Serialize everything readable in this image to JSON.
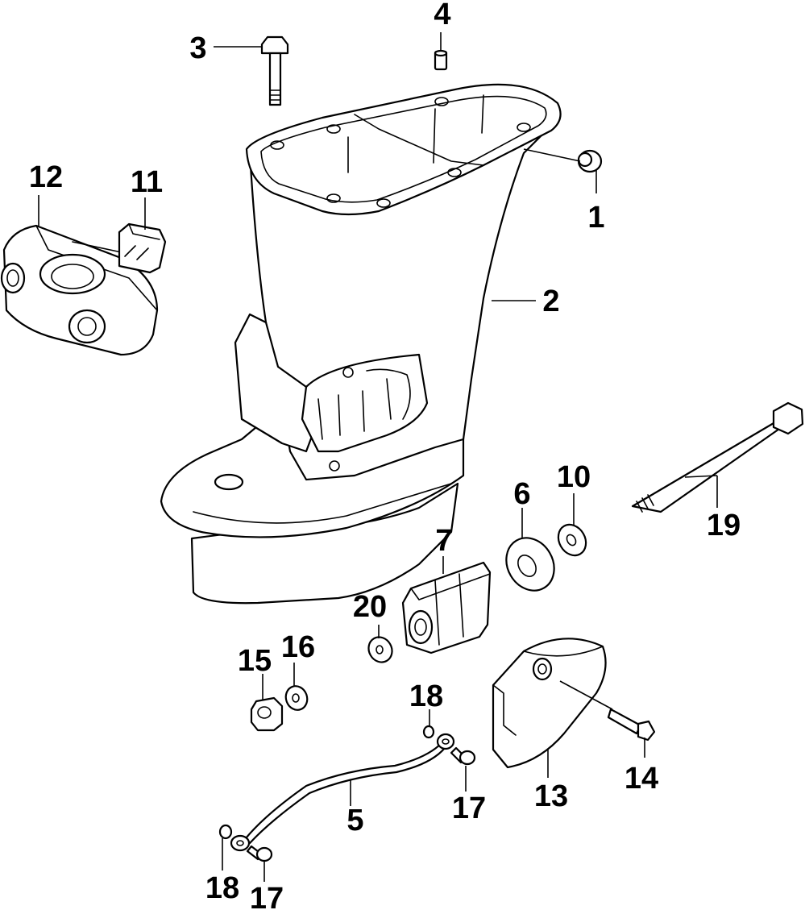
{
  "callouts": [
    {
      "id": "c1",
      "label": "1"
    },
    {
      "id": "c2",
      "label": "2"
    },
    {
      "id": "c3",
      "label": "3"
    },
    {
      "id": "c4",
      "label": "4"
    },
    {
      "id": "c5",
      "label": "5"
    },
    {
      "id": "c6",
      "label": "6"
    },
    {
      "id": "c7",
      "label": "7"
    },
    {
      "id": "c10",
      "label": "10"
    },
    {
      "id": "c11",
      "label": "11"
    },
    {
      "id": "c12",
      "label": "12"
    },
    {
      "id": "c13",
      "label": "13"
    },
    {
      "id": "c14",
      "label": "14"
    },
    {
      "id": "c15",
      "label": "15"
    },
    {
      "id": "c16",
      "label": "16"
    },
    {
      "id": "c17a",
      "label": "17"
    },
    {
      "id": "c17b",
      "label": "17"
    },
    {
      "id": "c18a",
      "label": "18"
    },
    {
      "id": "c18b",
      "label": "18"
    },
    {
      "id": "c19",
      "label": "19"
    },
    {
      "id": "c20",
      "label": "20"
    }
  ],
  "colors": {
    "line": "#000000",
    "background": "#ffffff"
  }
}
